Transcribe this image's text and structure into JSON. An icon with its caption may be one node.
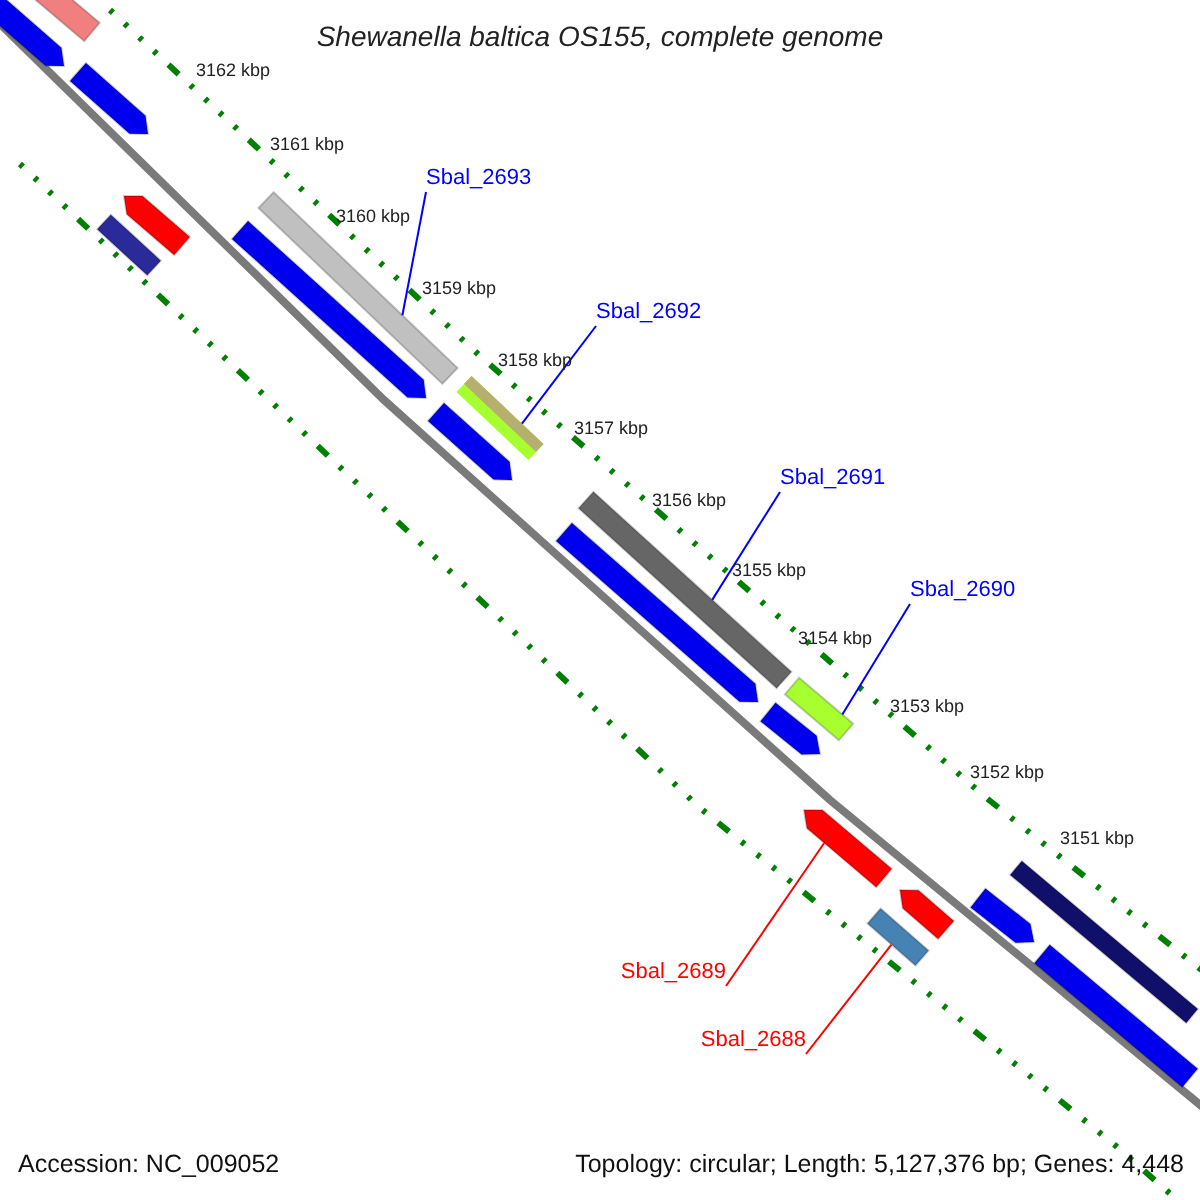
{
  "diagram": {
    "title": "Shewanella baltica OS155, complete genome",
    "nodes": [
      {
        "text": [
          "Sbal_2693"
        ]
      },
      {
        "text": [],
        "shape": "bar"
      },
      {
        "text": [
          "Sbal_2692"
        ]
      },
      {
        "text": [],
        "shape": "bar"
      },
      {
        "text": [
          "Sbal_2691"
        ]
      },
      {
        "text": [],
        "shape": "bar"
      },
      {
        "text": [
          "Sbal_2690"
        ]
      },
      {
        "text": [],
        "shape": "bar"
      },
      {
        "text": [
          "Sbal_2689"
        ]
      },
      {
        "text": [],
        "shape": "bar"
      },
      {
        "text": [
          "Sbal_2688"
        ]
      },
      {
        "text": [],
        "shape": "bar"
      },
      {
        "text": [],
        "shape": "bar"
      },
      {
        "text": [],
        "shape": "bar"
      },
      {
        "text": [],
        "shape": "bar"
      },
      {
        "text": [],
        "shape": "bar"
      },
      {
        "text": [],
        "shape": "bar"
      },
      {
        "text": [],
        "shape": "bar"
      },
      {
        "text": [],
        "shape": "bar"
      },
      {
        "text": [],
        "shape": "bar"
      },
      {
        "text": [],
        "shape": "bar"
      },
      {
        "text": [],
        "shape": "bar"
      },
      {
        "text": [],
        "shape": "bar"
      },
      {
        "text": [],
        "shape": "bar"
      },
      {
        "text": [],
        "shape": "bar"
      }
    ],
    "edges": [
      {
        "from": 0,
        "to": 1,
        "arrow": "none"
      },
      {
        "from": 2,
        "to": 3,
        "arrow": "none"
      },
      {
        "from": 4,
        "to": 5,
        "arrow": "none"
      },
      {
        "from": 6,
        "to": 7,
        "arrow": "none"
      },
      {
        "from": 8,
        "to": 9,
        "arrow": "none",
        "color": "#ff0000"
      },
      {
        "from": 10,
        "to": 11,
        "arrow": "none",
        "color": "#ff0000"
      }
    ],
    "labels": [
      "3162 kbp",
      "3161 kbp",
      "3160 kbp",
      "3159 kbp",
      "3158 kbp",
      "3157 kbp",
      "3156 kbp",
      "3155 kbp",
      "3154 kbp",
      "3153 kbp",
      "3152 kbp",
      "3151 kbp",
      "Accession: NC_009052",
      "Topology: circular; Length: 5,127,376 bp; Genes: 4,448"
    ]
  }
}
